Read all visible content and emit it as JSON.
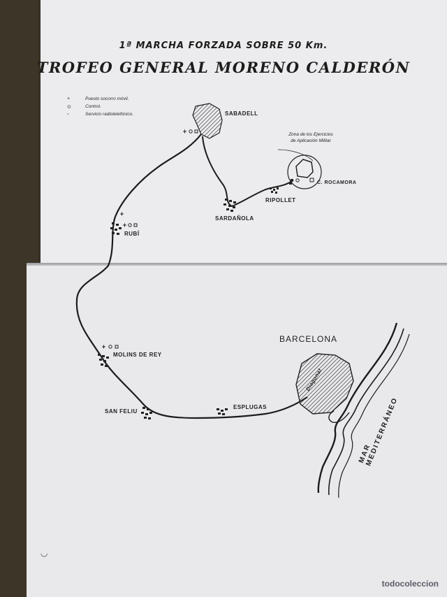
{
  "document": {
    "subtitle": "1ª MARCHA FORZADA SOBRE 50 Km.",
    "title": "TROFEO GENERAL MORENO CALDERÓN"
  },
  "legend": [
    {
      "symbol": "+",
      "label": "Puesto socorro móvil."
    },
    {
      "symbol": "⊙",
      "label": "Control."
    },
    {
      "symbol": "▫",
      "label": "Servicio radiotelefónico."
    }
  ],
  "places": {
    "sabadell": "SABADELL",
    "zone_line1": "Zona de los Ejercicios",
    "zone_line2": "de Aplicación Militar",
    "rocamora": "C. ROCAMORA",
    "ripollet": "RIPOLLET",
    "sardanola": "SARDAÑOLA",
    "rubi": "RUBÍ",
    "barcelona": "BARCELONA",
    "diagonal": "Diagonal",
    "molins": "MOLINS DE REY",
    "sanfeliu": "SAN FELIU",
    "esplugas": "ESPLUGAS",
    "sea": "MAR MEDITERRÁNEO"
  },
  "watermark": "todocoleccion",
  "colors": {
    "paper": "#ececee",
    "ink": "#1c1c1c",
    "background": "#3d3528"
  }
}
